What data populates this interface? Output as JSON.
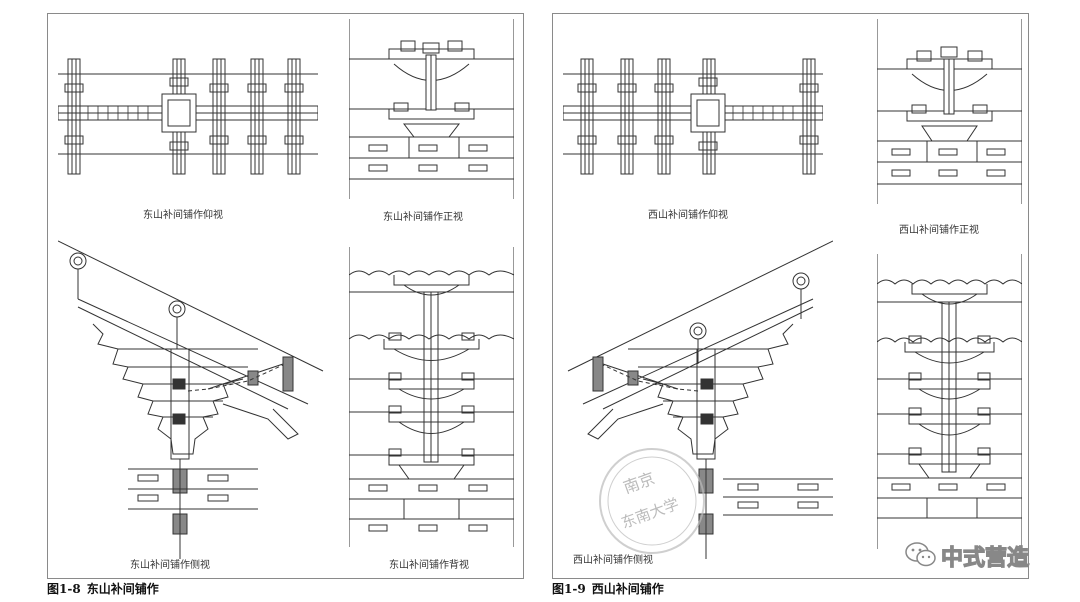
{
  "left_figure": {
    "caption_number": "图1-8",
    "caption_title": "东山补间铺作",
    "views": {
      "bottom": "东山补间铺作仰视",
      "front": "东山补间铺作正视",
      "side": "东山补间铺作侧视",
      "back": "东山补间铺作背视"
    }
  },
  "right_figure": {
    "caption_number": "图1-9",
    "caption_title": "西山补间铺作",
    "views": {
      "bottom": "西山补间铺作仰视",
      "front": "西山补间铺作正视",
      "side": "西山补间铺作侧视"
    }
  },
  "stamp": {
    "line1": "南京",
    "line2": "东南大学"
  },
  "watermark": {
    "text": "中式营造",
    "icon": "wechat-icon"
  }
}
